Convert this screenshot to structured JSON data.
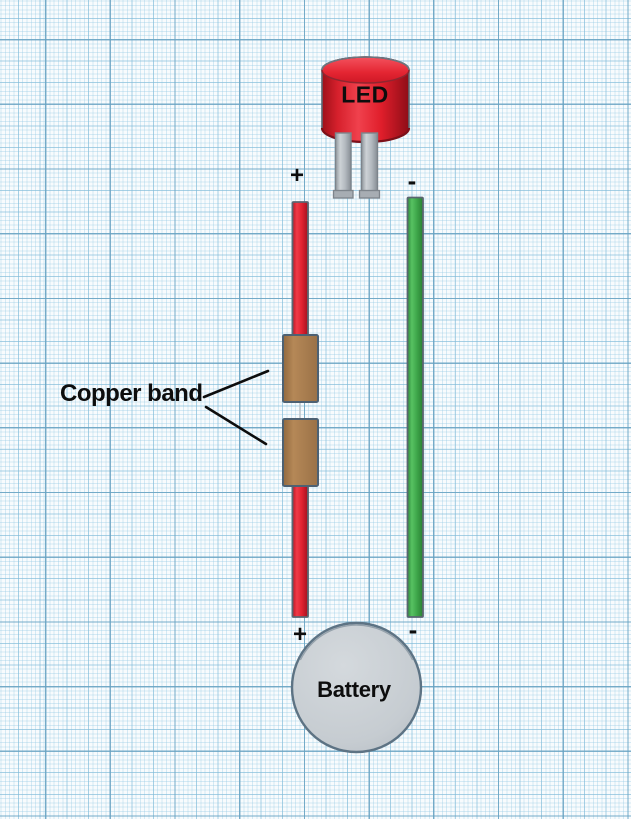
{
  "labels": {
    "led": "LED",
    "led_plus": "+",
    "led_minus": "-",
    "copper_band": "Copper band",
    "battery": "Battery",
    "battery_plus": "+",
    "battery_minus": "-"
  },
  "colors": {
    "led_red": "#e0202e",
    "wire_positive_red": "#e02230",
    "wire_negative_green": "#3fa74b",
    "copper_band_brown": "#a87c50",
    "battery_gray": "#c6ccd1",
    "lead_gray": "#b4bac0",
    "outline_slate": "#5a6671",
    "annotation_black": "#0d0d0d",
    "grid_line_blue": "#7fb2cc",
    "paper_white": "#f8fbfd"
  }
}
